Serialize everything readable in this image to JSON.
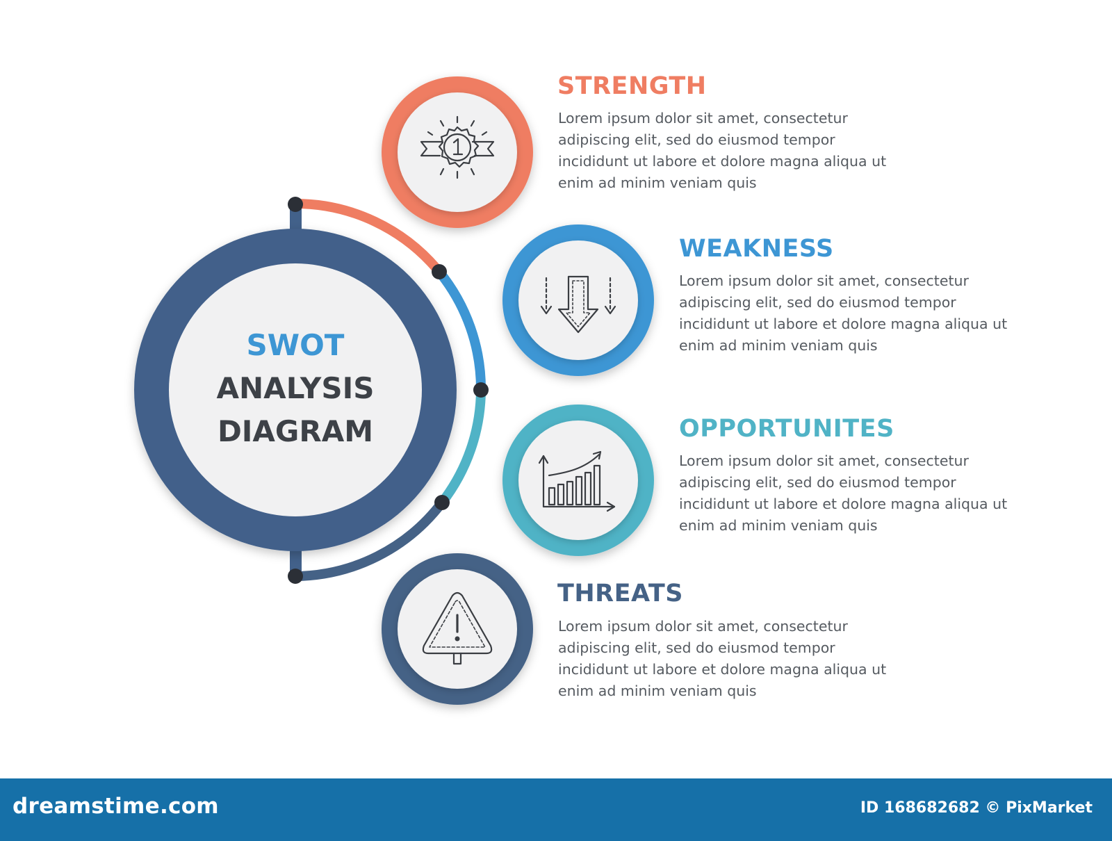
{
  "colors": {
    "strength": "#ef7d62",
    "weakness": "#3d96d4",
    "opportunities": "#50b3c6",
    "threats": "#456286",
    "center_ring": "#42618a",
    "center_fill": "#f1f1f2",
    "footer_bg": "#1670a8",
    "title_swot": "#3d96d4",
    "title_dark": "#3d4147",
    "connector_dot": "#2b2f36"
  },
  "center": {
    "line1": "SWOT",
    "line2": "ANALYSIS",
    "line3": "DIAGRAM"
  },
  "items": [
    {
      "key": "strength",
      "title": "STRENGTH",
      "icon": "award-medal-icon",
      "text_lines": [
        "Lorem ipsum dolor sit amet, consectetur",
        "adipiscing elit, sed do eiusmod tempor",
        "incididunt ut labore et dolore magna aliqua ut",
        "enim ad minim veniam quis"
      ]
    },
    {
      "key": "weakness",
      "title": "WEAKNESS",
      "icon": "down-arrows-icon",
      "text_lines": [
        "Lorem ipsum dolor sit amet, consectetur",
        "adipiscing elit, sed do eiusmod tempor",
        "incididunt ut labore et dolore magna aliqua ut",
        "enim ad minim veniam quis"
      ]
    },
    {
      "key": "opportunities",
      "title": "OPPORTUNITES",
      "icon": "growth-chart-icon",
      "text_lines": [
        "Lorem ipsum dolor sit amet, consectetur",
        "adipiscing elit, sed do eiusmod tempor",
        "incididunt ut labore et dolore magna aliqua ut",
        "enim ad minim veniam quis"
      ]
    },
    {
      "key": "threats",
      "title": "THREATS",
      "icon": "warning-sign-icon",
      "text_lines": [
        "Lorem ipsum dolor sit amet, consectetur",
        "adipiscing elit, sed do eiusmod tempor",
        "incididunt ut labore et dolore magna aliqua ut",
        "enim ad minim veniam quis"
      ]
    }
  ],
  "footer": {
    "brand": "dreamstime.com",
    "id_text": "ID 168682682 © PixMarket"
  }
}
